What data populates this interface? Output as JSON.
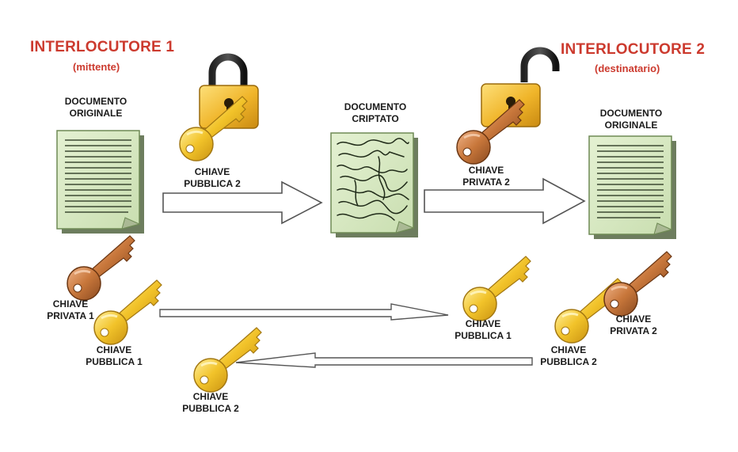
{
  "left_party": {
    "title": "INTERLOCUTORE 1",
    "role": "(mittente)"
  },
  "right_party": {
    "title": "INTERLOCUTORE 2",
    "role": "(destinatario)"
  },
  "documents": {
    "original_left": "DOCUMENTO\nORIGINALE",
    "encrypted": "DOCUMENTO\nCRIPTATO",
    "original_right": "DOCUMENTO\nORIGINALE"
  },
  "keys": {
    "top_public_2": "CHIAVE\nPUBBLICA 2",
    "top_private_2": "CHIAVE\nPRIVATA 2",
    "left_private_1": "CHIAVE\nPRIVATA 1",
    "left_public_1": "CHIAVE\nPUBBLICA 1",
    "mid_public_1": "CHIAVE\nPUBBLICA 1",
    "right_public_2": "CHIAVE\nPUBBLICA 2",
    "right_private_2": "CHIAVE\nPRIVATA 2",
    "bottom_public_2": "CHIAVE\nPUBBLICA 2"
  },
  "colors": {
    "heading": "#cc3a2e",
    "document_fill": "#d8eac4",
    "public_key": "#f2c32a",
    "private_key": "#c8773b",
    "lock_body": "#f0b52a",
    "arrow_outline": "#555555"
  },
  "icons": [
    "document-icon",
    "encrypted-document-icon",
    "padlock-closed-icon",
    "padlock-open-icon",
    "public-key-icon",
    "private-key-icon",
    "arrow-right-icon",
    "arrow-left-icon"
  ]
}
